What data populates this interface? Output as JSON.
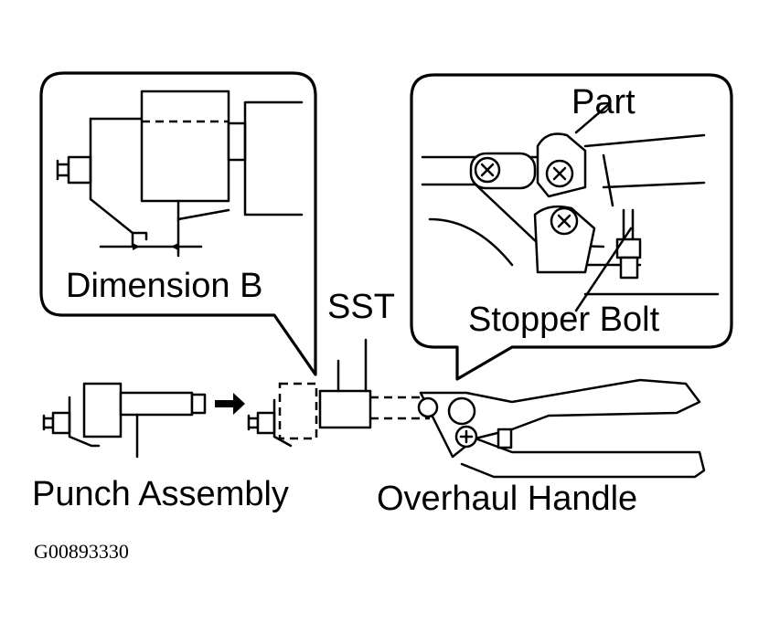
{
  "labels": {
    "dimension_b": "Dimension B",
    "part": "Part",
    "sst": "SST",
    "stopper_bolt": "Stopper Bolt",
    "punch_assembly": "Punch Assembly",
    "overhaul_handle": "Overhaul Handle",
    "figure_code": "G00893330"
  }
}
